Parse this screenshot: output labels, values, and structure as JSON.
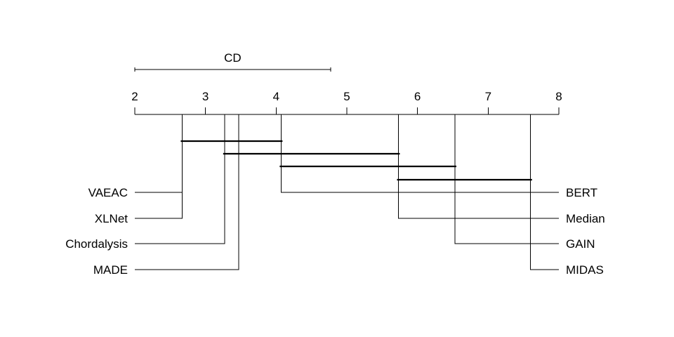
{
  "chart_data": {
    "type": "critical-difference-diagram",
    "axis": {
      "min": 2,
      "max": 8,
      "ticks": [
        "2",
        "3",
        "4",
        "5",
        "6",
        "7",
        "8"
      ]
    },
    "cd": {
      "label": "CD",
      "value": 2.77
    },
    "methods_left": [
      {
        "name": "VAEAC",
        "rank": 2.67
      },
      {
        "name": "XLNet",
        "rank": 2.67
      },
      {
        "name": "Chordalysis",
        "rank": 3.27
      },
      {
        "name": "MADE",
        "rank": 3.47
      }
    ],
    "methods_right": [
      {
        "name": "BERT",
        "rank": 4.07
      },
      {
        "name": "Median",
        "rank": 5.73
      },
      {
        "name": "GAIN",
        "rank": 6.53
      },
      {
        "name": "MIDAS",
        "rank": 7.6
      }
    ],
    "cliques": [
      {
        "from": 2.67,
        "to": 4.07
      },
      {
        "from": 3.27,
        "to": 5.73
      },
      {
        "from": 4.07,
        "to": 6.53
      },
      {
        "from": 5.73,
        "to": 7.6
      }
    ]
  }
}
